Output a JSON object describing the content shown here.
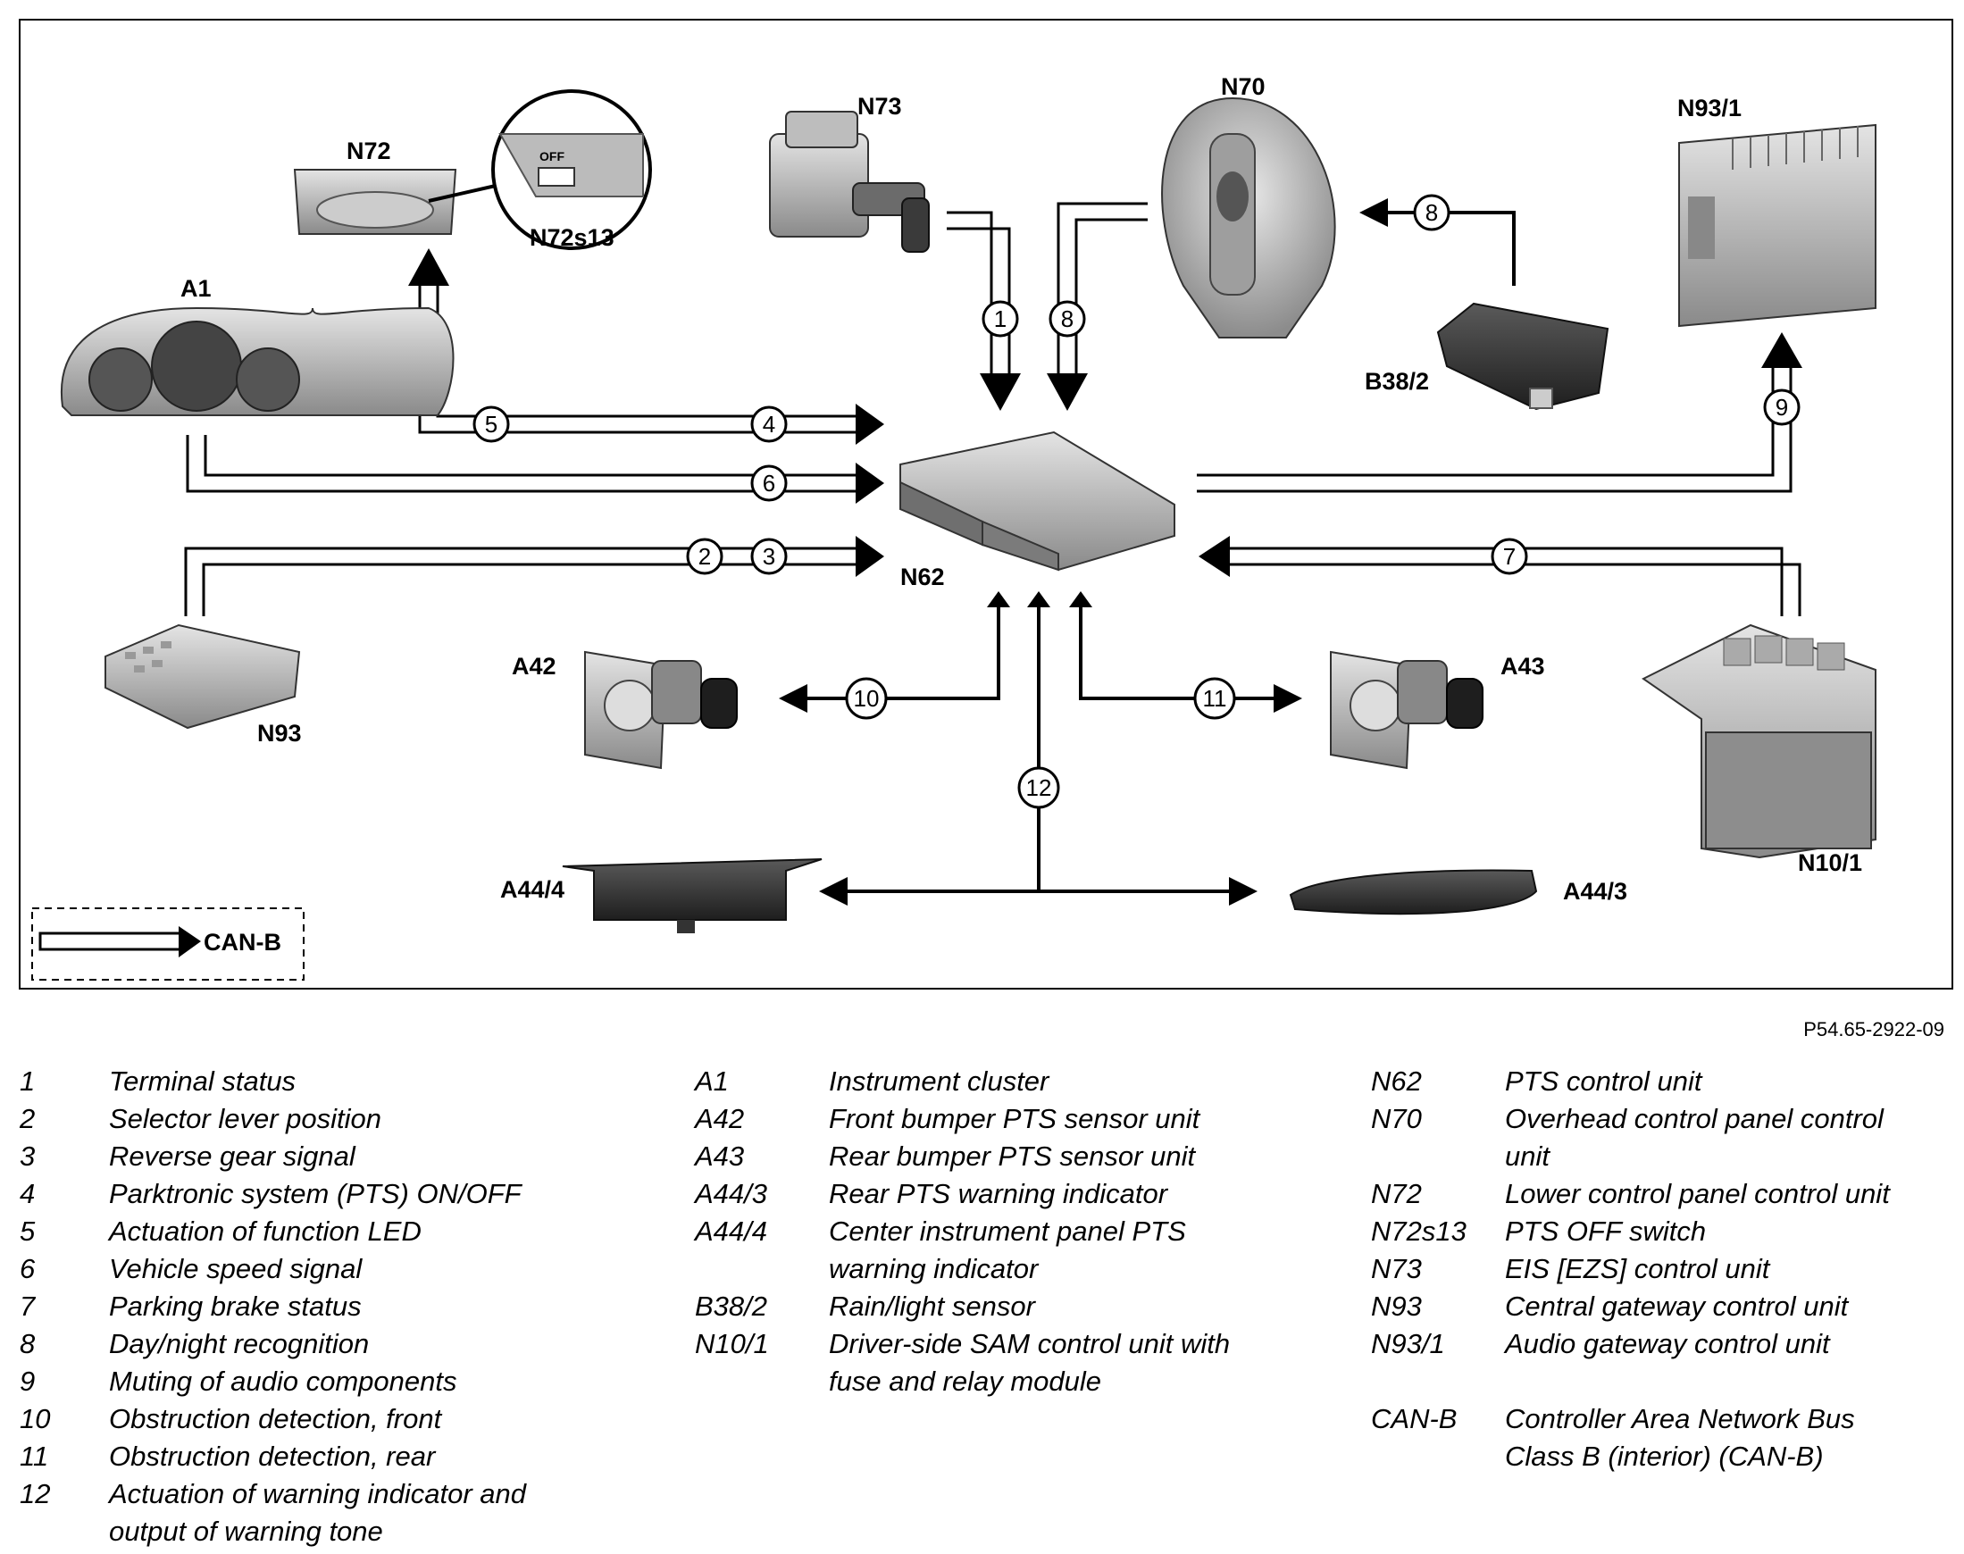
{
  "reference_code": "P54.65-2922-09",
  "components": {
    "n73": "N73",
    "n70": "N70",
    "n93_1": "N93/1",
    "n72": "N72",
    "n72s13": "N72s13",
    "a1": "A1",
    "b38_2": "B38/2",
    "n62": "N62",
    "n93": "N93",
    "a42": "A42",
    "a43": "A43",
    "n10_1": "N10/1",
    "a44_4": "A44/4",
    "a44_3": "A44/3",
    "switch_off": "OFF"
  },
  "signals": [
    "1",
    "2",
    "3",
    "4",
    "5",
    "6",
    "7",
    "8",
    "9",
    "10",
    "11",
    "12"
  ],
  "can_legend_label": "CAN-B",
  "legend_signals": [
    {
      "key": "1",
      "lines": [
        "Terminal status"
      ]
    },
    {
      "key": "2",
      "lines": [
        "Selector lever position"
      ]
    },
    {
      "key": "3",
      "lines": [
        "Reverse gear signal"
      ]
    },
    {
      "key": "4",
      "lines": [
        "Parktronic system (PTS) ON/OFF"
      ]
    },
    {
      "key": "5",
      "lines": [
        "Actuation of function LED"
      ]
    },
    {
      "key": "6",
      "lines": [
        "Vehicle speed signal"
      ]
    },
    {
      "key": "7",
      "lines": [
        "Parking brake status"
      ]
    },
    {
      "key": "8",
      "lines": [
        "Day/night recognition"
      ]
    },
    {
      "key": "9",
      "lines": [
        "Muting of audio components"
      ]
    },
    {
      "key": "10",
      "lines": [
        "Obstruction detection, front"
      ]
    },
    {
      "key": "11",
      "lines": [
        "Obstruction detection, rear"
      ]
    },
    {
      "key": "12",
      "lines": [
        "Actuation of warning indicator and",
        "output of warning tone"
      ]
    }
  ],
  "legend_components_a": [
    {
      "key": "A1",
      "lines": [
        "Instrument cluster"
      ]
    },
    {
      "key": "A42",
      "lines": [
        "Front bumper PTS sensor unit"
      ]
    },
    {
      "key": "A43",
      "lines": [
        "Rear bumper PTS sensor unit"
      ]
    },
    {
      "key": "A44/3",
      "lines": [
        "Rear PTS warning indicator"
      ]
    },
    {
      "key": "A44/4",
      "lines": [
        "Center instrument panel PTS",
        "warning indicator"
      ]
    },
    {
      "key": "B38/2",
      "lines": [
        "Rain/light sensor"
      ]
    },
    {
      "key": "N10/1",
      "lines": [
        "Driver-side SAM control unit with",
        "fuse and relay module"
      ]
    }
  ],
  "legend_components_b": [
    {
      "key": "N62",
      "lines": [
        "PTS control unit"
      ]
    },
    {
      "key": "N70",
      "lines": [
        "Overhead control panel control",
        "unit"
      ]
    },
    {
      "key": "N72",
      "lines": [
        "Lower control panel control unit"
      ]
    },
    {
      "key": "N72s13",
      "lines": [
        "PTS OFF switch"
      ]
    },
    {
      "key": "N73",
      "lines": [
        "EIS [EZS] control unit"
      ]
    },
    {
      "key": "N93",
      "lines": [
        "Central gateway control unit"
      ]
    },
    {
      "key": "N93/1",
      "lines": [
        "Audio gateway control unit"
      ]
    },
    {
      "key": "",
      "lines": [
        ""
      ]
    },
    {
      "key": "CAN-B",
      "lines": [
        "Controller Area Network Bus",
        "Class B (interior) (CAN-B)"
      ]
    }
  ]
}
